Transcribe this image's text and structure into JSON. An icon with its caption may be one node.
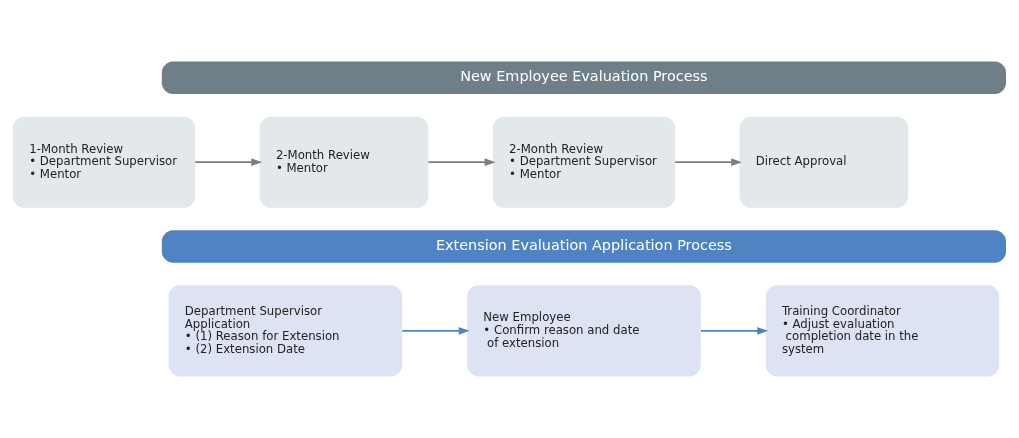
{
  "diagram": {
    "nodes": [
      {
        "text": [
          "New Employee Evaluation Process"
        ]
      },
      {
        "text": [
          "1-Month Review",
          "• Department Supervisor",
          "• Mentor"
        ]
      },
      {
        "text": [
          "2-Month Review",
          "• Mentor"
        ]
      },
      {
        "text": [
          "2-Month Review",
          "• Department Supervisor",
          "• Mentor"
        ]
      },
      {
        "text": [
          "Direct Approval"
        ]
      },
      {
        "text": [
          "Extension Evaluation Application Process"
        ]
      },
      {
        "text": [
          "Department Supervisor Application",
          "• (1) Reason for Extension",
          "• (2) Extension Date"
        ]
      },
      {
        "text": [
          "New Employee",
          "• Confirm reason and date of extension"
        ]
      },
      {
        "text": [
          "Training Coordinator",
          "• Adjust evaluation completion date in the system"
        ]
      }
    ],
    "edges": [
      {
        "from": 1,
        "to": 2,
        "arrow": "to"
      },
      {
        "from": 2,
        "to": 3,
        "arrow": "to"
      },
      {
        "from": 3,
        "to": 4,
        "arrow": "to"
      },
      {
        "from": 6,
        "to": 7,
        "arrow": "to",
        "color": "#4f83c4"
      },
      {
        "from": 7,
        "to": 8,
        "arrow": "to",
        "color": "#4f83c4"
      }
    ]
  }
}
